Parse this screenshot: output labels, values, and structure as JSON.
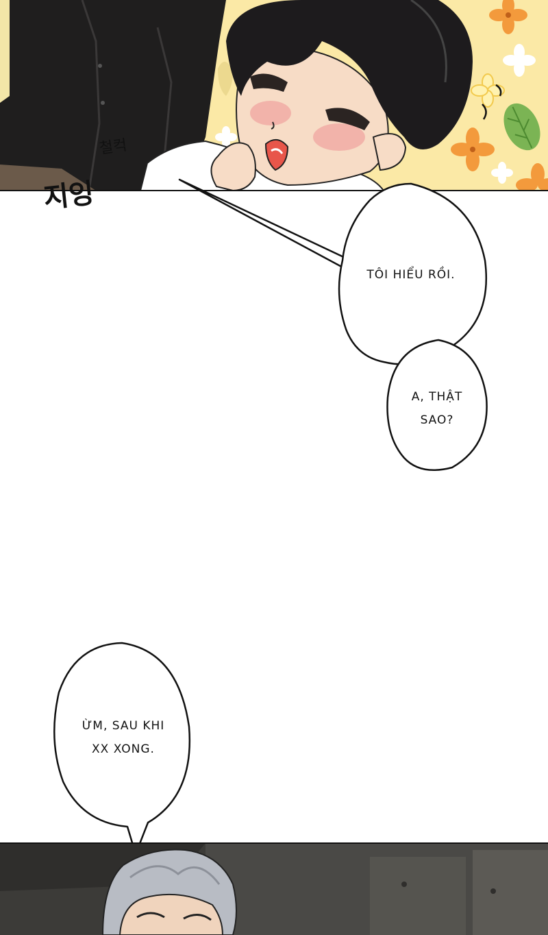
{
  "panels": {
    "top": {
      "sfx_small": "철컥",
      "sfx_large": "지잉"
    }
  },
  "bubbles": {
    "b1": {
      "lines": [
        "TÔI HIỂU RỒI."
      ]
    },
    "b2": {
      "lines": [
        "A, THẬT",
        "SAO?"
      ]
    },
    "b3": {
      "lines": [
        "ỪM, SAU KHI",
        "XX XONG."
      ]
    }
  },
  "colors": {
    "flower_bg": "#fbe9a6",
    "flower": "#f39a3c",
    "leaf": "#7bb454",
    "hair_dark": "#1d1b1d",
    "skin": "#f7dcc6",
    "blush": "#f0a5a0",
    "bottom_bg": "#3c3b38",
    "grey_hair": "#b8bcc4"
  }
}
